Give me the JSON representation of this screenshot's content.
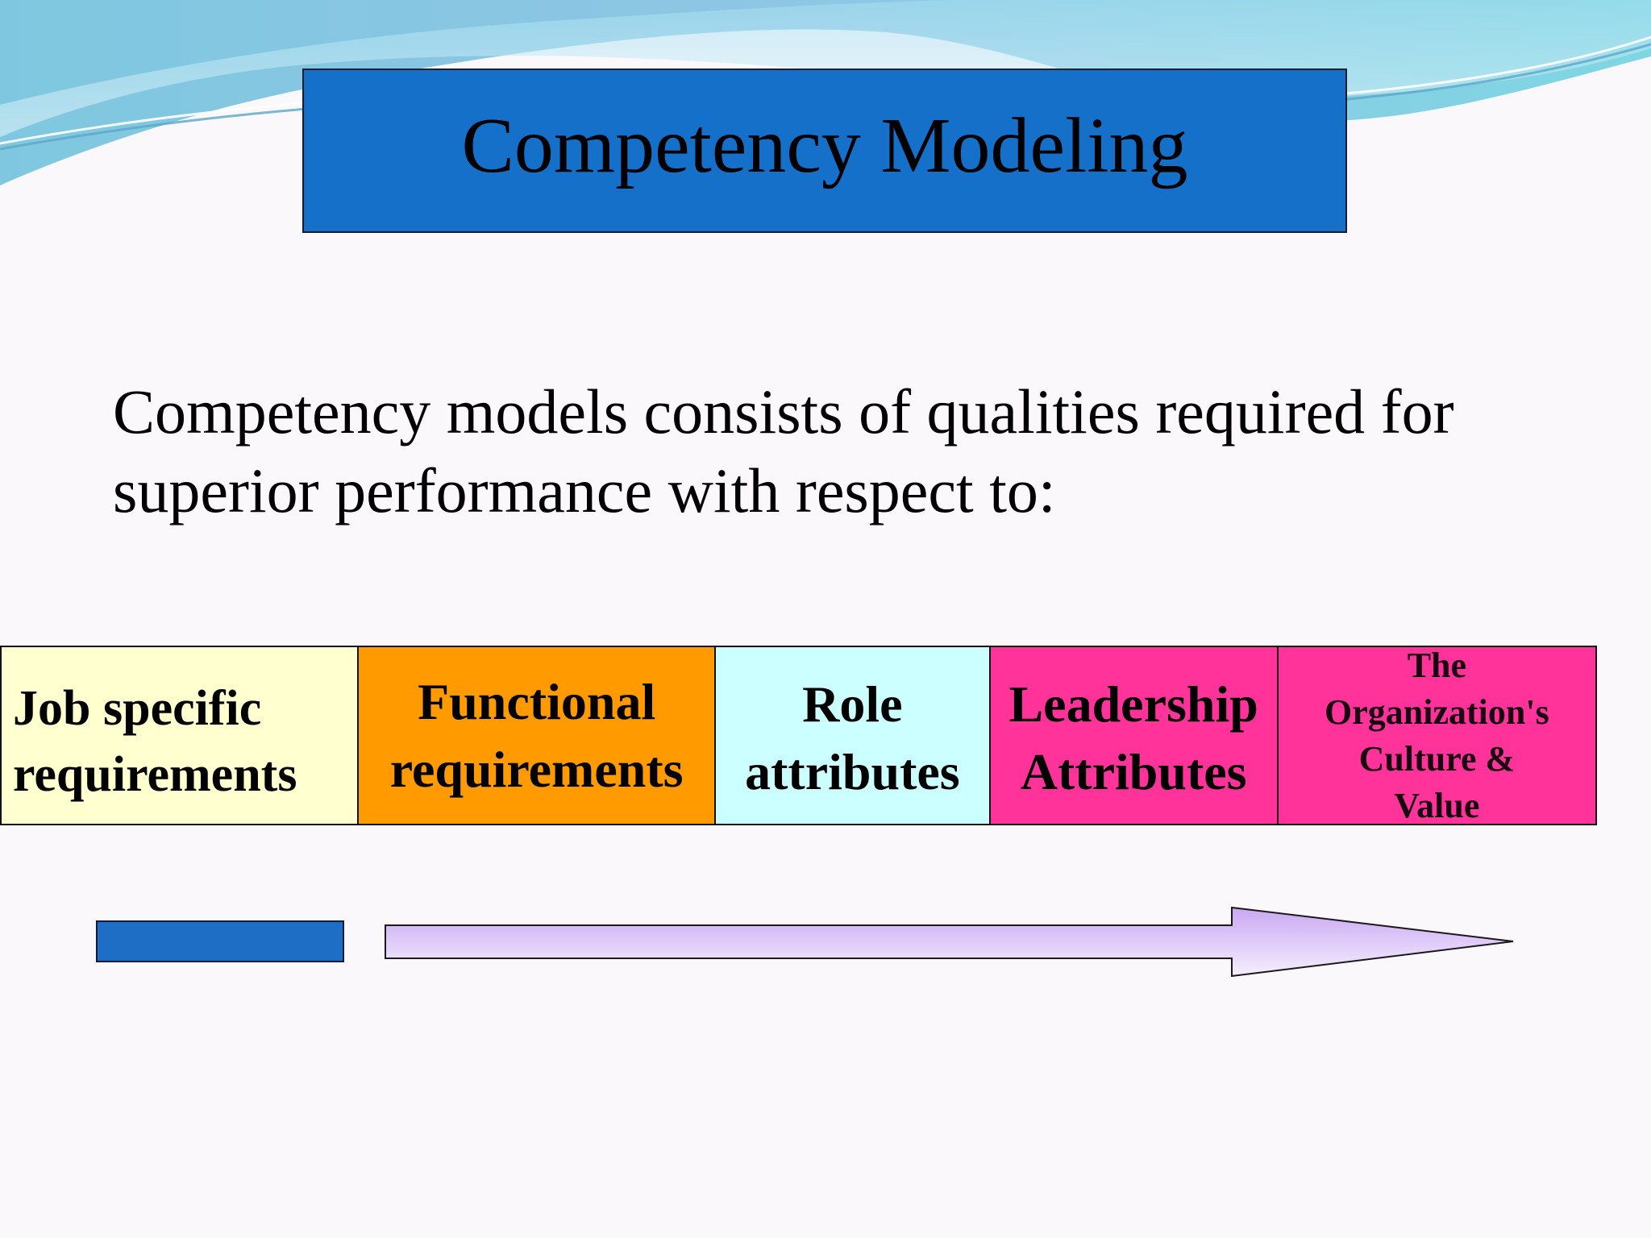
{
  "colors": {
    "title_bg": "#1570c9",
    "job_specific": "#ffffd0",
    "functional": "#ff9a00",
    "role": "#ccffff",
    "leadership": "#ff3399",
    "culture": "#ff3399",
    "blue_bar": "#1e6ec6",
    "arrow_fill_light": "#f5eeff",
    "arrow_fill_dark": "#c9a8f2"
  },
  "slide": {
    "title": "Competency Modeling",
    "intro_line1": "Competency models consists of qualities required for",
    "intro_line2": "superior performance with respect to:"
  },
  "band": {
    "job_specific": [
      "Job specific",
      "requirements"
    ],
    "functional": [
      "Functional",
      "requirements"
    ],
    "role": [
      "Role",
      "attributes"
    ],
    "leadership": [
      "Leadership",
      "Attributes"
    ],
    "culture": [
      "The",
      "Organization's",
      "Culture &",
      "Value"
    ]
  },
  "decor": {
    "wave_icon": "wave-decoration",
    "arrow_icon": "right-arrow"
  }
}
